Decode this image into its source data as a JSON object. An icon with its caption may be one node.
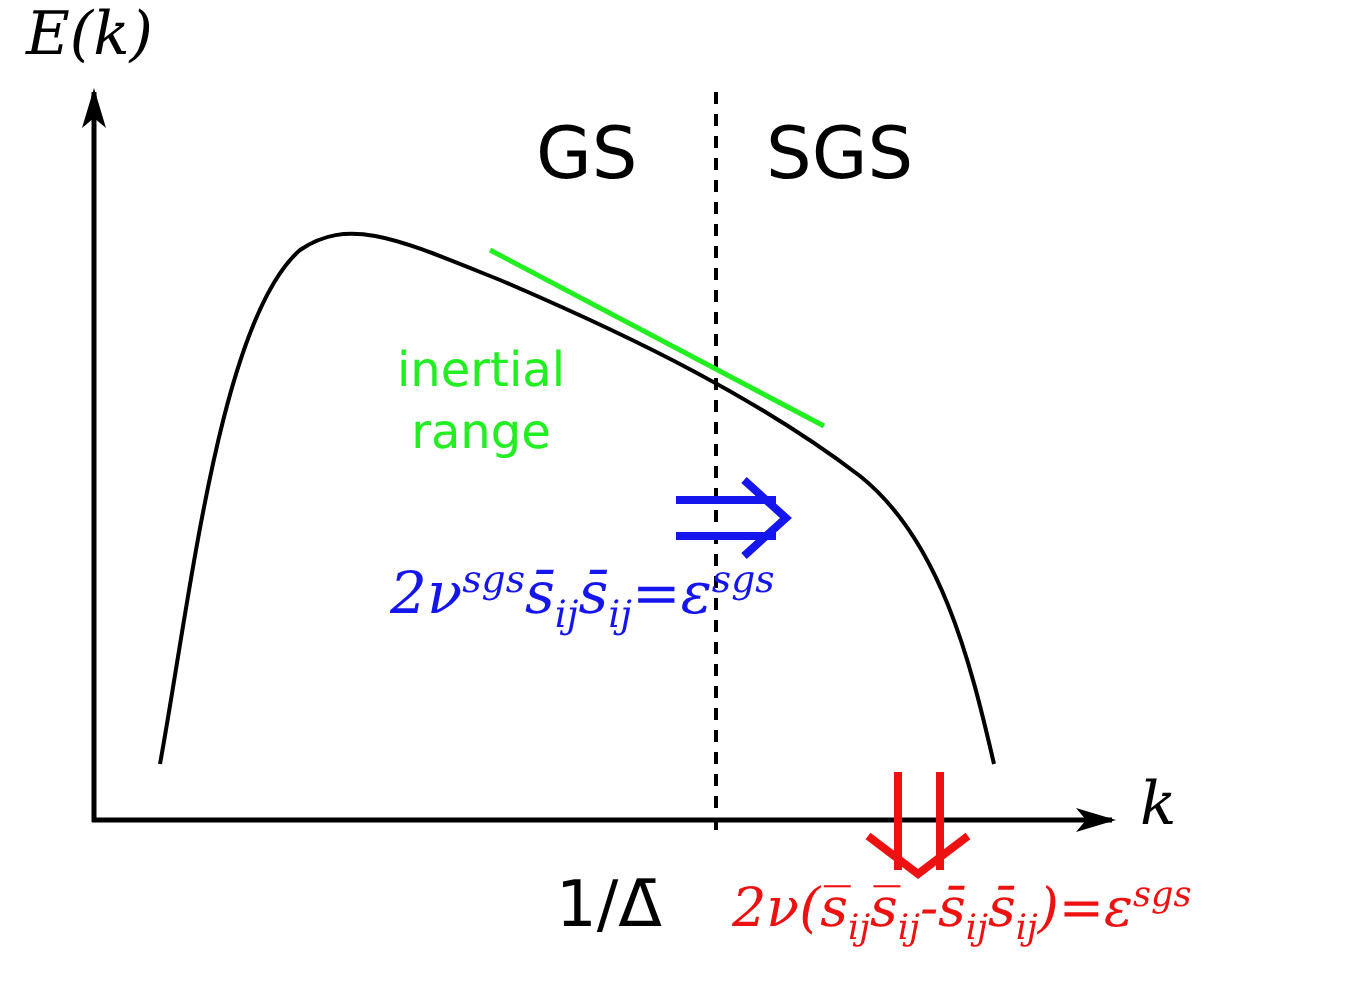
{
  "diagram": {
    "labels": [
      "E(k)",
      "GS",
      "SGS",
      "inertial range",
      "2ν$^{sgs}$s̄$_{ij}$s̄$_{ij}$=ε$^{sgs}$",
      "k",
      "1/Δ̄",
      "2ν(s̅$_{ij}$s̅$_{ij}$-s̄$_{ij}$s̄$_{ij}$)=ε$^{sgs}$"
    ]
  }
}
